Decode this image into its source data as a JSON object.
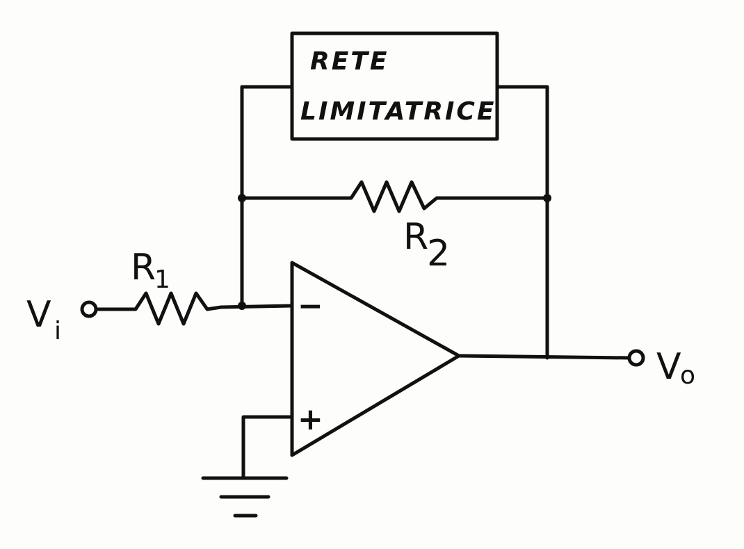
{
  "limiter_network": {
    "line1": "RETE",
    "line2": "LIMITATRICE"
  },
  "labels": {
    "input_main": "V",
    "input_sub": "i",
    "output_main": "V",
    "output_sub": "o",
    "r1_main": "R",
    "r1_sub": "1",
    "r2_main": "R",
    "r2_sub": "2"
  },
  "opamp": {
    "inverting_sign": "−",
    "noninverting_sign": "+"
  },
  "colors": {
    "ink": "#111111",
    "paper": "#fdfdfb"
  }
}
